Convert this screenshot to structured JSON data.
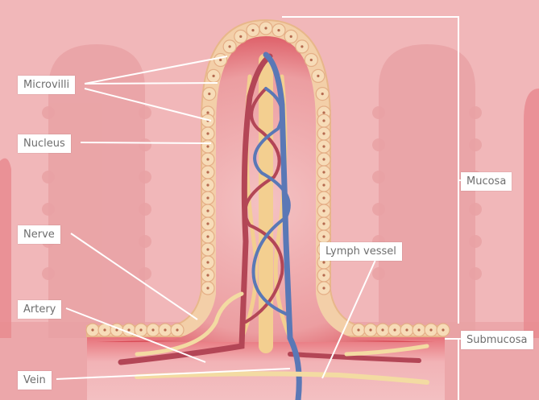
{
  "labels": {
    "microvilli": "Microvilli",
    "nucleus": "Nucleus",
    "nerve": "Nerve",
    "artery": "Artery",
    "vein": "Vein",
    "lymph_vessel": "Lymph vessel",
    "mucosa": "Mucosa",
    "submucosa": "Submucosa"
  },
  "colors": {
    "background": "#f1b7b9",
    "epithelium": "#f6d6b0",
    "lamina": "#e88a8f",
    "artery": "#b5404f",
    "vein": "#5575b5",
    "lymph": "#f2cf8f",
    "nerve": "#f5e0a6"
  }
}
